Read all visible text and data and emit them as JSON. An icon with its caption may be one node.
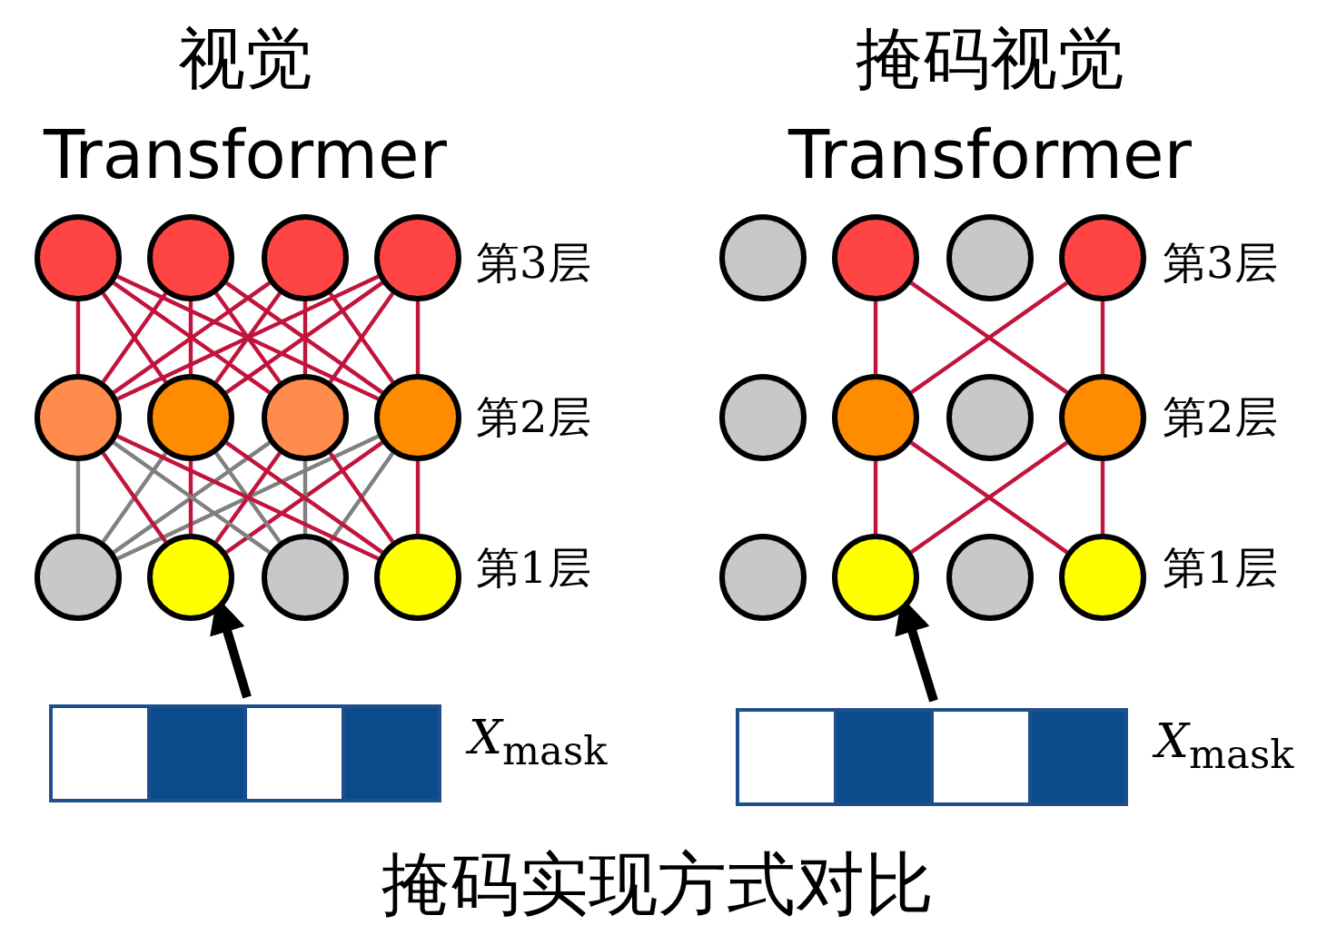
{
  "diagram": {
    "caption": "掩码实现方式对比",
    "nodes": [
      {
        "text": [],
        "shape": "circle"
      },
      {
        "text": [],
        "shape": "circle"
      },
      {
        "text": [],
        "shape": "circle"
      },
      {
        "text": [],
        "shape": "circle"
      },
      {
        "text": [],
        "shape": "circle"
      },
      {
        "text": [],
        "shape": "circle"
      },
      {
        "text": [],
        "shape": "circle"
      },
      {
        "text": [],
        "shape": "circle"
      },
      {
        "text": [],
        "shape": "circle"
      },
      {
        "text": [],
        "shape": "circle"
      },
      {
        "text": [],
        "shape": "circle"
      },
      {
        "text": [],
        "shape": "circle"
      },
      {
        "text": [],
        "shape": "circle"
      },
      {
        "text": [],
        "shape": "circle"
      },
      {
        "text": [],
        "shape": "circle"
      },
      {
        "text": [],
        "shape": "circle"
      },
      {
        "text": [],
        "shape": "circle"
      },
      {
        "text": [],
        "shape": "circle"
      },
      {
        "text": [],
        "shape": "circle"
      },
      {
        "text": [],
        "shape": "circle"
      },
      {
        "text": [],
        "shape": "circle"
      },
      {
        "text": [],
        "shape": "circle"
      },
      {
        "text": [],
        "shape": "circle"
      },
      {
        "text": [],
        "shape": "circle"
      },
      {
        "text": [],
        "shape": "bar"
      },
      {
        "text": [],
        "shape": "box",
        "in": 24
      },
      {
        "text": [],
        "shape": "box",
        "in": 24
      },
      {
        "text": [],
        "shape": "box",
        "in": 24
      },
      {
        "text": [],
        "shape": "box",
        "in": 24
      },
      {
        "text": [],
        "shape": "bar"
      },
      {
        "text": [],
        "shape": "box",
        "in": 29
      },
      {
        "text": [],
        "shape": "box",
        "in": 29
      },
      {
        "text": [],
        "shape": "box",
        "in": 29
      },
      {
        "text": [],
        "shape": "box",
        "in": 29
      }
    ],
    "edges": [
      {
        "from": 8,
        "to": 4,
        "arrow": "none",
        "color": "#808080"
      },
      {
        "from": 8,
        "to": 5,
        "arrow": "none",
        "color": "#808080"
      },
      {
        "from": 8,
        "to": 6,
        "arrow": "none",
        "color": "#808080"
      },
      {
        "from": 8,
        "to": 7,
        "arrow": "none",
        "color": "#808080"
      },
      {
        "from": 9,
        "to": 4,
        "arrow": "none"
      },
      {
        "from": 9,
        "to": 5,
        "arrow": "none"
      },
      {
        "from": 9,
        "to": 6,
        "arrow": "none"
      },
      {
        "from": 9,
        "to": 7,
        "arrow": "none"
      },
      {
        "from": 10,
        "to": 4,
        "arrow": "none",
        "color": "#808080"
      },
      {
        "from": 10,
        "to": 5,
        "arrow": "none",
        "color": "#808080"
      },
      {
        "from": 10,
        "to": 6,
        "arrow": "none",
        "color": "#808080"
      },
      {
        "from": 10,
        "to": 7,
        "arrow": "none",
        "color": "#808080"
      },
      {
        "from": 11,
        "to": 4,
        "arrow": "none"
      },
      {
        "from": 11,
        "to": 5,
        "arrow": "none"
      },
      {
        "from": 11,
        "to": 6,
        "arrow": "none"
      },
      {
        "from": 11,
        "to": 7,
        "arrow": "none"
      },
      {
        "from": 4,
        "to": 0,
        "arrow": "none"
      },
      {
        "from": 4,
        "to": 1,
        "arrow": "none"
      },
      {
        "from": 4,
        "to": 2,
        "arrow": "none"
      },
      {
        "from": 4,
        "to": 3,
        "arrow": "none"
      },
      {
        "from": 5,
        "to": 0,
        "arrow": "none"
      },
      {
        "from": 5,
        "to": 1,
        "arrow": "none"
      },
      {
        "from": 5,
        "to": 2,
        "arrow": "none"
      },
      {
        "from": 5,
        "to": 3,
        "arrow": "none"
      },
      {
        "from": 6,
        "to": 0,
        "arrow": "none"
      },
      {
        "from": 6,
        "to": 1,
        "arrow": "none"
      },
      {
        "from": 6,
        "to": 2,
        "arrow": "none"
      },
      {
        "from": 6,
        "to": 3,
        "arrow": "none"
      },
      {
        "from": 7,
        "to": 0,
        "arrow": "none"
      },
      {
        "from": 7,
        "to": 1,
        "arrow": "none"
      },
      {
        "from": 7,
        "to": 2,
        "arrow": "none"
      },
      {
        "from": 7,
        "to": 3,
        "arrow": "none"
      },
      {
        "from": 21,
        "to": 17,
        "arrow": "none"
      },
      {
        "from": 21,
        "to": 19,
        "arrow": "none"
      },
      {
        "from": 23,
        "to": 17,
        "arrow": "none"
      },
      {
        "from": 23,
        "to": 19,
        "arrow": "none"
      },
      {
        "from": 17,
        "to": 13,
        "arrow": "none"
      },
      {
        "from": 17,
        "to": 15,
        "arrow": "none"
      },
      {
        "from": 19,
        "to": 13,
        "arrow": "none"
      },
      {
        "from": 19,
        "to": 15,
        "arrow": "none"
      },
      {
        "from": 24,
        "to": 9,
        "arrow": "to",
        "style": "thick",
        "color": "#000000"
      },
      {
        "from": 29,
        "to": 21,
        "arrow": "to",
        "style": "thick",
        "color": "#000000"
      }
    ],
    "labels": [
      "视觉 Transformer",
      "掩码视觉 Transformer",
      "第3层",
      "第3层",
      "第2层",
      "第2层",
      "第1层",
      "第1层",
      "*X*$_{mask}$",
      "*X*$_{mask}$"
    ]
  }
}
